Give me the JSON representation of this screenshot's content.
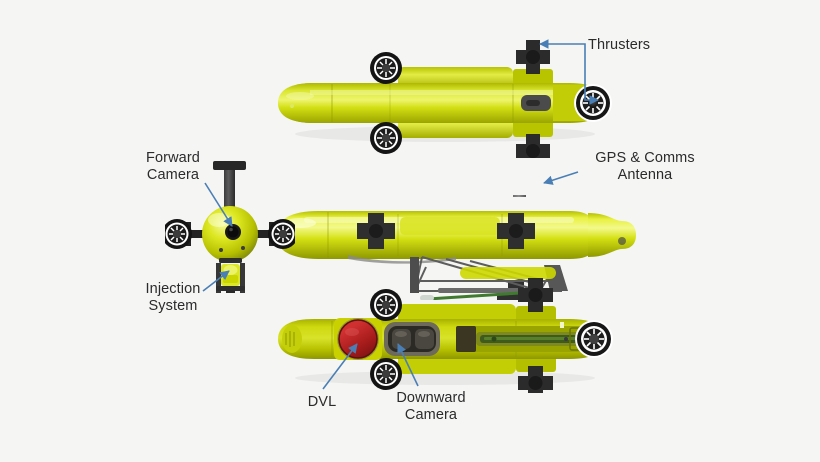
{
  "figure": {
    "subject": "autonomous-underwater-vehicle",
    "background_color": "#f5f5f4",
    "body_color": "#c9d400",
    "body_color_light": "#e3ea4a",
    "body_color_dark": "#9aa400",
    "hardware_color": "#2e2e2e",
    "leader_color": "#4a7fb5",
    "text_color": "#2b2b2b",
    "accent_red": "#b01d1d",
    "frame_grey": "#5a5a5a"
  },
  "labels": {
    "thrusters": "Thrusters",
    "gps_antenna": "GPS & Comms\nAntenna",
    "forward_camera": "Forward\nCamera",
    "injection_system": "Injection\nSystem",
    "dvl": "DVL",
    "downward_camera": "Downward\nCamera"
  },
  "views": [
    {
      "name": "top-view",
      "label": "top"
    },
    {
      "name": "side-view",
      "label": "side"
    },
    {
      "name": "bottom-view",
      "label": "bottom"
    },
    {
      "name": "front-view",
      "label": "front"
    }
  ],
  "components": {
    "tail_propeller": "tail-propeller",
    "lateral_thruster": "lateral-thruster",
    "vertical_thruster": "vertical-thruster",
    "antenna_mast": "antenna-mast",
    "dvl_transducer": "dvl-transducer",
    "camera_housing": "camera-housing",
    "payload_bay": "payload-bay",
    "cradle": "deployment-cradle"
  }
}
